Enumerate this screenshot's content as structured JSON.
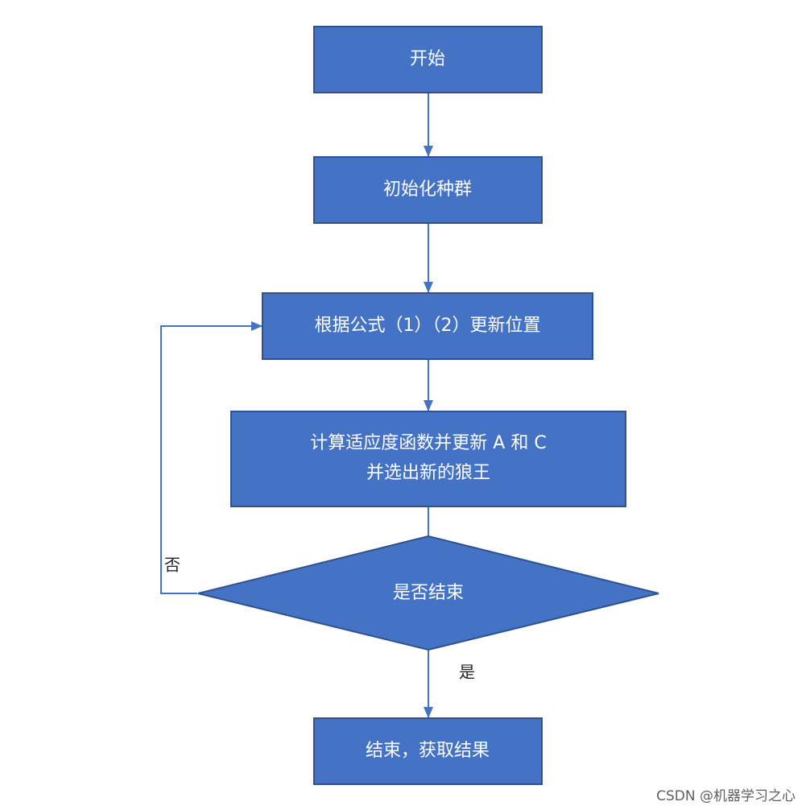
{
  "nodes": {
    "start": "开始",
    "init": "初始化种群",
    "update": "根据公式（1）（2）更新位置",
    "calc_line1": "计算适应度函数并更新 A 和 C",
    "calc_line2": "并选出新的狼王",
    "decision": "是否结束",
    "end": "结束，获取结果"
  },
  "edge_labels": {
    "no": "否",
    "yes": "是"
  },
  "watermark": "CSDN @机器学习之心",
  "colors": {
    "box_fill": "#4472c4",
    "box_stroke": "#2f528f",
    "arrow": "#4472c4",
    "box_text": "#ffffff"
  }
}
